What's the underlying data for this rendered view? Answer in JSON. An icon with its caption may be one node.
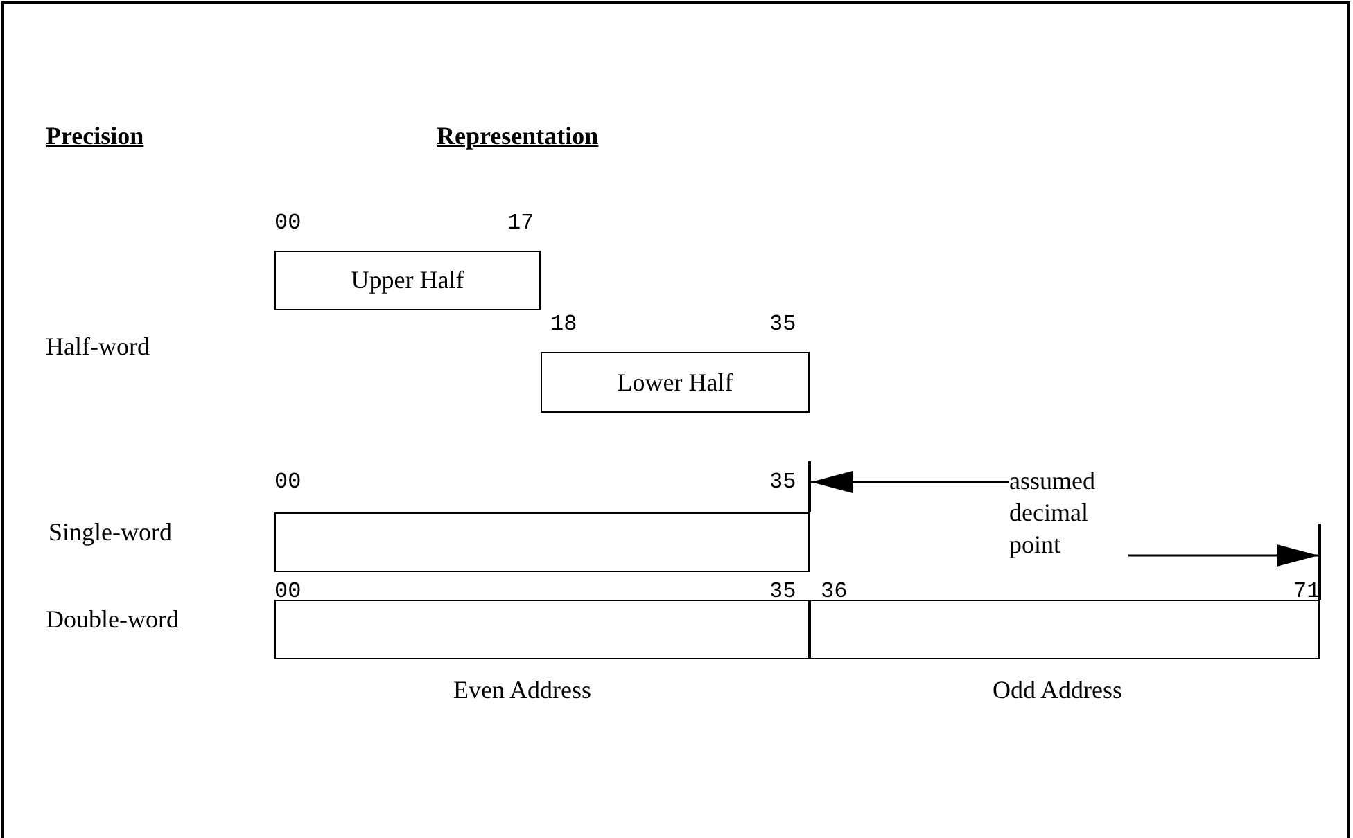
{
  "diagram": {
    "nodes": [
      {
        "text": [
          "Upper Half"
        ]
      },
      {
        "text": [
          "Lower Half"
        ]
      },
      {
        "text": [],
        "shape": "box"
      },
      {
        "text": [],
        "shape": "box",
        "beside": [
          "Even Address"
        ]
      },
      {
        "text": [],
        "shape": "box",
        "beside": [
          "Odd Address"
        ]
      },
      {
        "text": [
          "assumed decimal point"
        ]
      },
      {
        "text": [],
        "shape": "bar"
      },
      {
        "text": [],
        "shape": "bar"
      }
    ],
    "edges": [
      {
        "from": 5,
        "to": 6,
        "arrow": "to"
      },
      {
        "from": 5,
        "to": 7,
        "arrow": "to"
      }
    ],
    "labels": [
      "Precision",
      "Representation",
      "00",
      "17",
      "18",
      "35",
      "Half-word",
      "00",
      "35",
      "Single-word",
      "00",
      "35",
      "36",
      "71",
      "Double-word"
    ]
  }
}
